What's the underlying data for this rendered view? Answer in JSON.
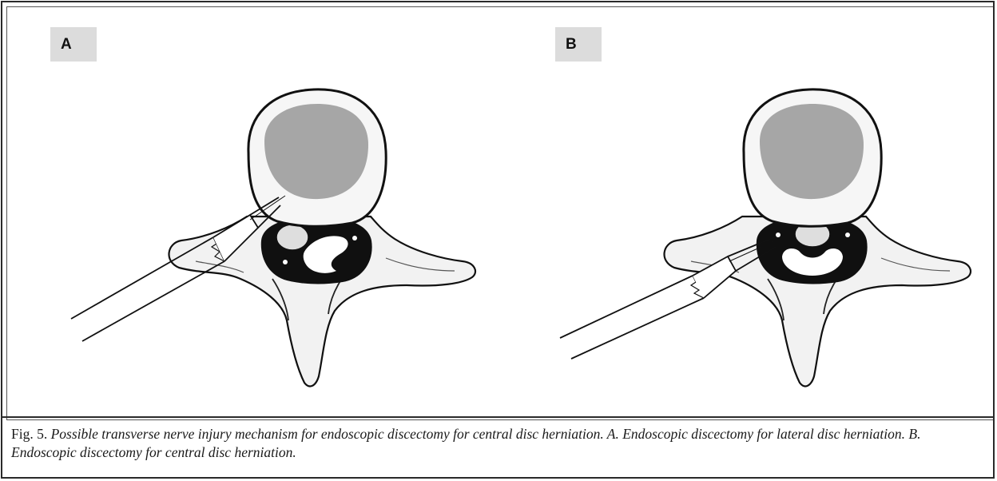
{
  "figure": {
    "panels": [
      {
        "label": "A",
        "mechanism": "lateral"
      },
      {
        "label": "B",
        "mechanism": "central"
      }
    ],
    "colors": {
      "outline": "#111111",
      "bone": "#f2f2f2",
      "nucleus": "#a6a6a6",
      "canal": "#101010",
      "tag_bg": "#dcdcdc"
    },
    "caption_lead": "Fig. 5.",
    "caption_body": "Possible transverse nerve injury mechanism for endoscopic discectomy for central disc herniation. A. Endoscopic discectomy for lateral disc herniation. B. Endoscopic discectomy for central disc herniation."
  }
}
